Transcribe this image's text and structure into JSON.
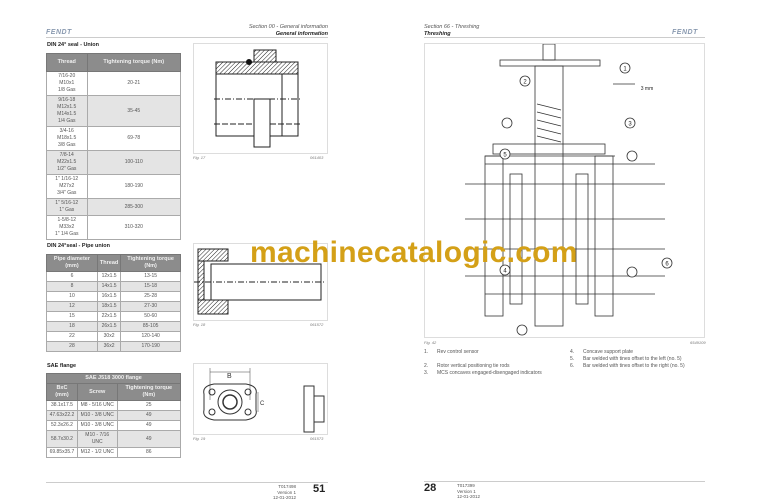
{
  "left_page": {
    "logo": "FENDT",
    "section": "Section 00 - General information",
    "title": "General information",
    "union": {
      "heading": "DIN 24° seal - Union",
      "headers": [
        "Thread",
        "Tightening torque (Nm)"
      ],
      "rows": [
        {
          "thread": [
            "7/16-20",
            "M10x1",
            "1/8 Gas"
          ],
          "torque": "20-21"
        },
        {
          "thread": [
            "9/16-18",
            "M12x1.5",
            "M14x1.5",
            "1/4 Gas"
          ],
          "torque": "35-45"
        },
        {
          "thread": [
            "3/4-16",
            "M18x1.5",
            "3/8 Gas"
          ],
          "torque": "69-78"
        },
        {
          "thread": [
            "7/8-14",
            "M22x1.5",
            "1/2\" Gas"
          ],
          "torque": "100-110"
        },
        {
          "thread": [
            "1\" 1/16-12",
            "M27x2",
            "3/4\" Gas"
          ],
          "torque": "180-190"
        },
        {
          "thread": [
            "1\" 5/16-12",
            "1\" Gas"
          ],
          "torque": "285-300"
        },
        {
          "thread": [
            "1-5/8-12",
            "M33x2",
            "1\" 1/4 Gas"
          ],
          "torque": "310-320"
        }
      ]
    },
    "pipe": {
      "heading": "DIN 24°seal - Pipe union",
      "headers": [
        "Pipe diameter (mm)",
        "Thread",
        "Tightening torque (Nm)"
      ],
      "rows": [
        [
          "6",
          "12x1.5",
          "13-15"
        ],
        [
          "8",
          "14x1.5",
          "15-18"
        ],
        [
          "10",
          "16x1.5",
          "25-28"
        ],
        [
          "12",
          "18x1.5",
          "27-30"
        ],
        [
          "15",
          "22x1.5",
          "50-60"
        ],
        [
          "18",
          "26x1.5",
          "85-105"
        ],
        [
          "22",
          "30x2",
          "120-140"
        ],
        [
          "28",
          "36x2",
          "170-190"
        ]
      ]
    },
    "sae": {
      "heading": "SAE flange",
      "caption": "SAE J518 3000 flange",
      "headers": [
        "BxC (mm)",
        "Screw",
        "Tightening torque (Nm)"
      ],
      "rows": [
        [
          "38.1x17.5",
          "M8 - 5/16 UNC",
          "25"
        ],
        [
          "47.63x22.2",
          "M10 - 3/8 UNC",
          "49"
        ],
        [
          "52.3x26.2",
          "M10 - 3/8 UNC",
          "49"
        ],
        [
          "58.7x30.2",
          "M10 - 7/16 UNC",
          "49"
        ],
        [
          "69.85x35.7",
          "M12 - 1/2 UNC",
          "86"
        ]
      ]
    },
    "figures": [
      {
        "label": "Fig. 17",
        "code": "061403"
      },
      {
        "label": "Fig. 18",
        "code": "061572"
      },
      {
        "label": "Fig. 19",
        "code": "061573",
        "dims": [
          "B",
          "C"
        ]
      }
    ],
    "footer": {
      "doc": "T017498",
      "version": "Version 1",
      "date": "12-01-2012",
      "page": "51"
    }
  },
  "right_page": {
    "logo": "FENDT",
    "section": "Section 66 - Threshing",
    "title": "Threshing",
    "figure": {
      "label": "Fig. 42",
      "code": "6549109",
      "dim": "3 mm",
      "callouts": [
        "1",
        "2",
        "3",
        "4",
        "5",
        "6"
      ]
    },
    "legend": [
      {
        "n": "1.",
        "text": "Rev control sensor"
      },
      {
        "n": "2.",
        "text": "Rotor vertical positioning tie rods"
      },
      {
        "n": "3.",
        "text": "MCS concaves engaged-disengaged indicators"
      },
      {
        "n": "4.",
        "text": "Concave support plate"
      },
      {
        "n": "5.",
        "text": "Bar welded with tines offset to the left (no. 5)"
      },
      {
        "n": "6.",
        "text": "Bar welded with tines offset to the right (no. 5)"
      }
    ],
    "footer": {
      "doc": "T017399",
      "version": "Version 1",
      "date": "12-01-2012",
      "page": "28"
    }
  },
  "watermark": "machinecatalogic.com"
}
